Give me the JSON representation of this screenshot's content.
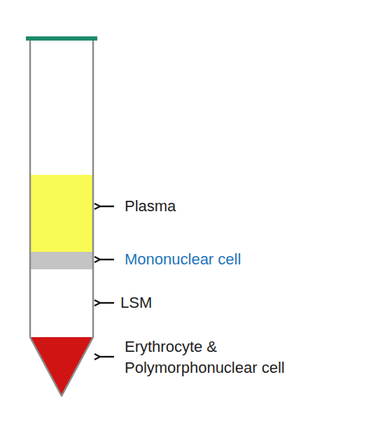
{
  "diagram": {
    "labels": [
      "Plasma",
      "Mononuclear cell",
      "LSM",
      "Erythrocyte & Polymorphonuclear cell"
    ]
  }
}
